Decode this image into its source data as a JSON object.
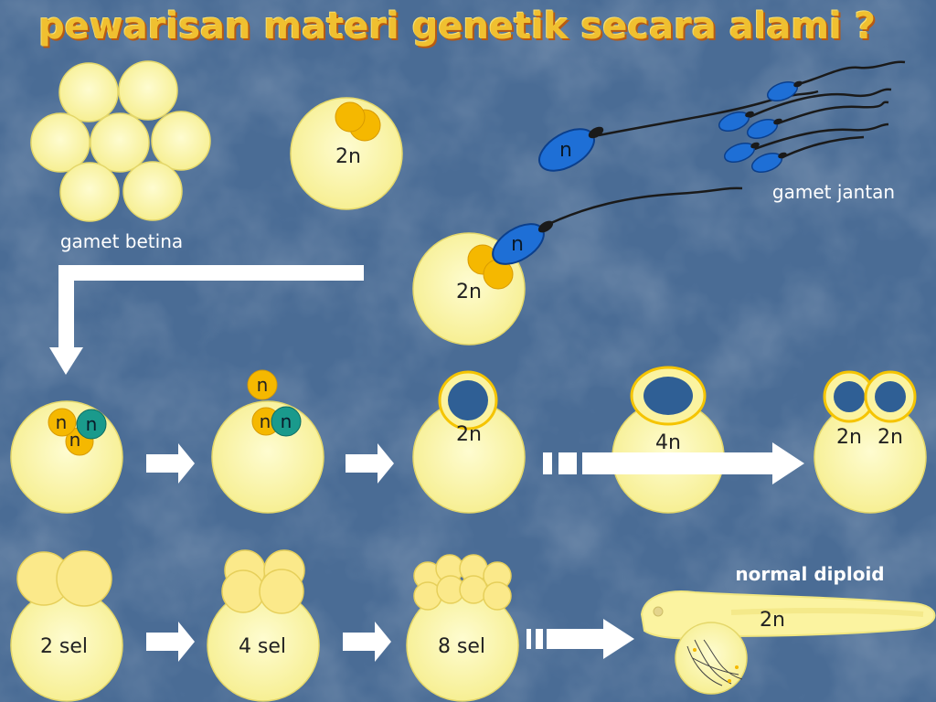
{
  "title": "pewarisan materi genetik secara alami ?",
  "labels": {
    "gamet_betina": "gamet betina",
    "gamet_jantan": "gamet jantan",
    "oocyte_ploidy": "2n",
    "sperm_n": "n",
    "fertilization_ploidy": "2n",
    "fertilization_sperm_n": "n",
    "stage1_n1": "n",
    "stage1_n2": "n",
    "stage1_n3": "n",
    "stage2_polar_n": "n",
    "stage2_n1": "n",
    "stage2_n2": "n",
    "stage3_ploidy": "2n",
    "stage4_ploidy": "4n",
    "stage5_left": "2n",
    "stage5_right": "2n",
    "cell2": "2 sel",
    "cell4": "4 sel",
    "cell8": "8 sel",
    "normal_diploid": "normal diploid",
    "larva_ploidy": "2n"
  },
  "colors": {
    "background": "#4a6c95",
    "egg": "#fbf7a8",
    "egg_border": "#e9dc6a",
    "pronucleus": "#f5b800",
    "sperm_head": "#1e6fd6",
    "male_pronucleus": "#1a9a8c",
    "nucleus": "#2f5f95",
    "arrow": "#ffffff",
    "title": "#f0c030"
  }
}
